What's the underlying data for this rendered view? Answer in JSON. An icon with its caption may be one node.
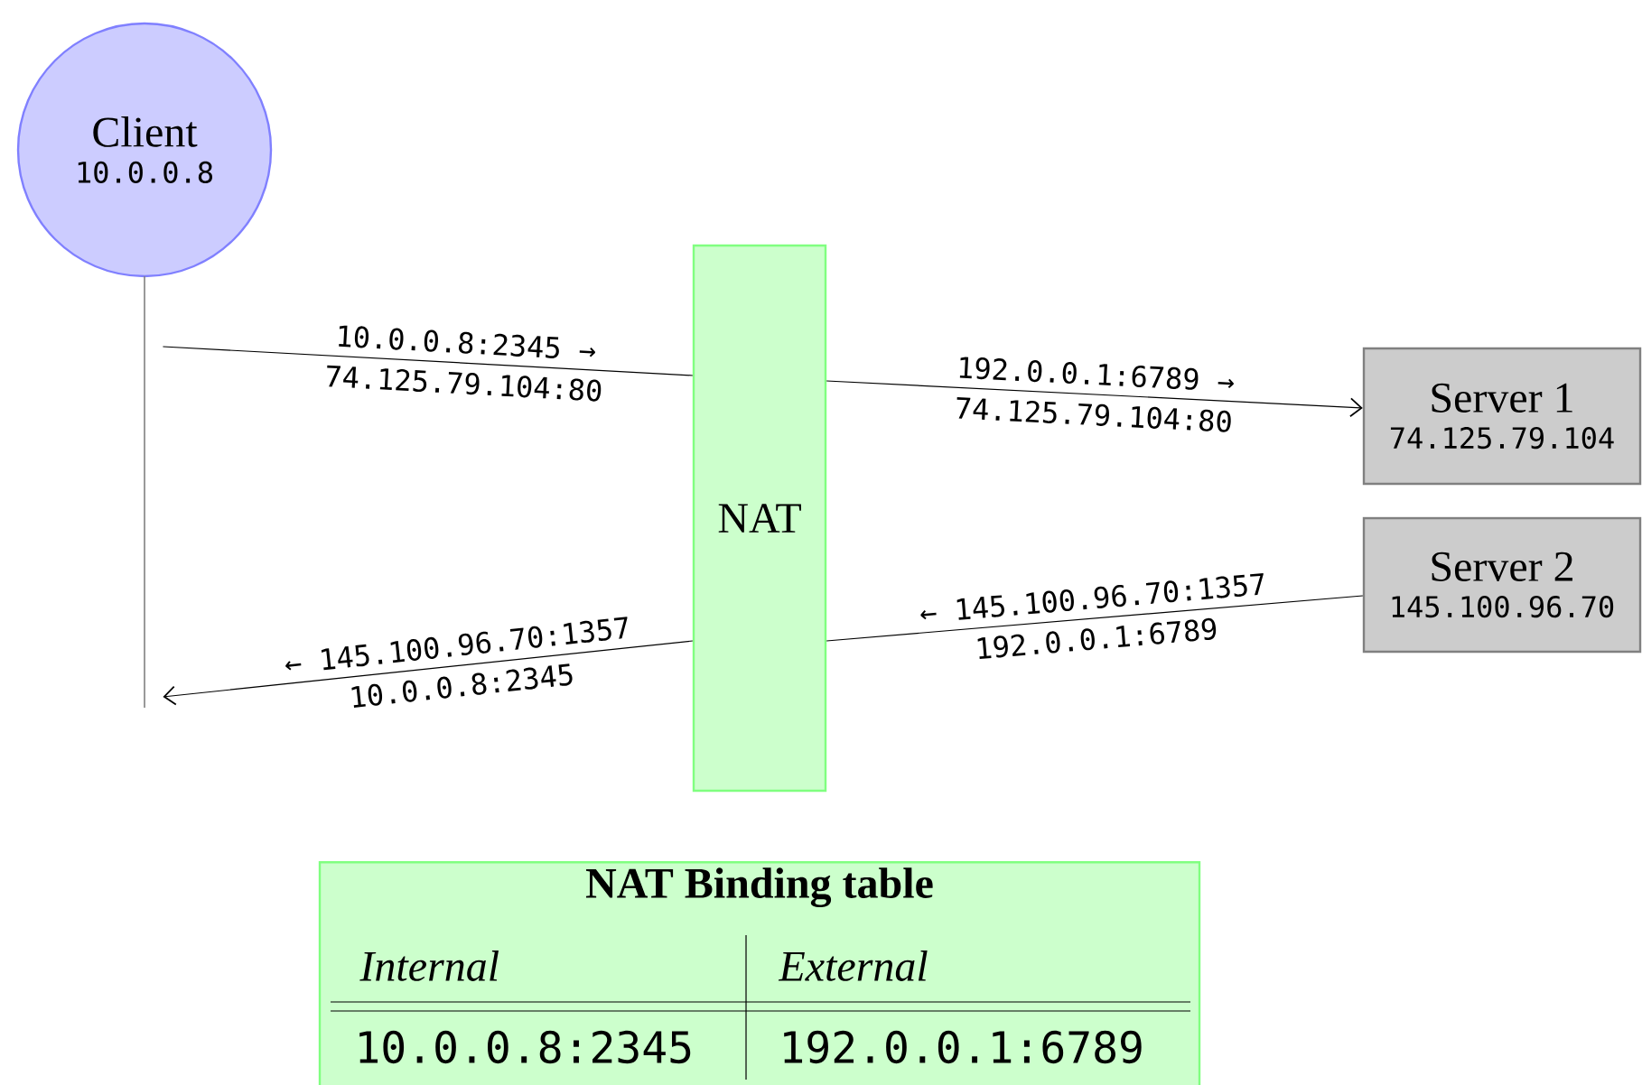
{
  "diagram": {
    "nodes": [
      {
        "text": [
          "Client",
          "10.0.0.8"
        ]
      },
      {
        "text": [],
        "shape": "line"
      },
      {
        "text": [
          "NAT"
        ]
      },
      {
        "text": [
          "Server 1",
          "74.125.79.104"
        ]
      },
      {
        "text": [
          "Server 2",
          "145.100.96.70"
        ]
      },
      {
        "text": [
          "NAT Binding table"
        ]
      }
    ],
    "edges": [
      {
        "from": 1,
        "to": 2,
        "arrow": "none",
        "label": "10.0.0.8:2345 →"
      },
      {
        "from": 2,
        "to": 3,
        "arrow": "to",
        "label": "192.0.0.1:6789 →"
      },
      {
        "from": 4,
        "to": 2,
        "arrow": "none",
        "label": "← 145.100.96.70:1357"
      },
      {
        "from": 2,
        "to": 1,
        "arrow": "to",
        "label": "← 145.100.96.70:1357"
      }
    ],
    "labels": [
      "74.125.79.104:80",
      "74.125.79.104:80",
      "192.0.0.1:6789",
      "10.0.0.8:2345",
      "Internal",
      "External",
      "10.0.0.8:2345",
      "192.0.0.1:6789"
    ]
  }
}
